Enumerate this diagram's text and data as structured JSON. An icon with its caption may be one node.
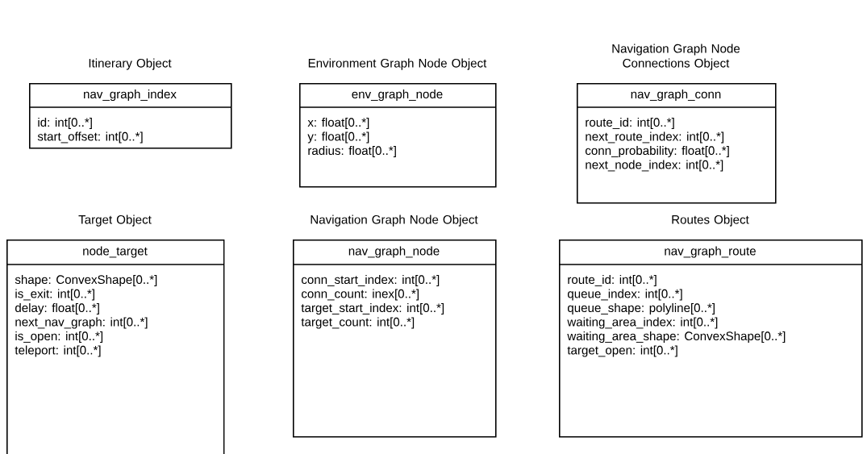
{
  "diagram": {
    "nodes": [
      {
        "text": [
          "Itinerary Object",
          "nav_graph_index",
          "id: int[0..*]",
          "start_offset: int[0..*]"
        ]
      },
      {
        "text": [
          "Environment Graph Node Object",
          "env_graph_node",
          "x: float[0..*]",
          "y: float[0..*]",
          "radius: float[0..*]"
        ]
      },
      {
        "text": [
          "Navigation Graph Node Connections Object",
          "nav_graph_conn",
          "route_id: int[0..*]",
          "next_route_index: int[0..*]",
          "conn_probability: float[0..*]",
          "next_node_index: int[0..*]"
        ]
      },
      {
        "text": [
          "Target Object",
          "node_target",
          "shape: ConvexShape[0..*]",
          "is_exit: int[0..*]",
          "delay: float[0..*]",
          "next_nav_graph: int[0..*]",
          "is_open: int[0..*]",
          "teleport: int[0..*]"
        ]
      },
      {
        "text": [
          "Navigation Graph Node Object",
          "nav_graph_node",
          "conn_start_index: int[0..*]",
          "conn_count: inex[0..*]",
          "target_start_index: int[0..*]",
          "target_count: int[0..*]"
        ]
      },
      {
        "text": [
          "Routes Object",
          "nav_graph_route",
          "route_id: int[0..*]",
          "queue_index: int[0..*]",
          "queue_shape: polyline[0..*]",
          "waiting_area_index: int[0..*]",
          "waiting_area_shape: ConvexShape[0..*]",
          "target_open: int[0..*]"
        ]
      }
    ]
  }
}
